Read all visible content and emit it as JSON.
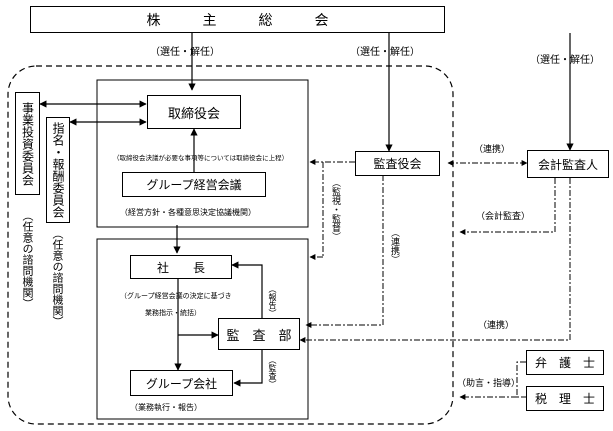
{
  "shareholders_meeting": "株　　　主　　　総　　　会",
  "board": "取締役会",
  "board_note": "（取締役会決議が必要な事項等については取締役会に上程）",
  "group_mgmt_council": "グループ経営会議",
  "group_mgmt_council_note": "（経営方針・各種意思決定協議機関）",
  "president": "社　　長",
  "president_note_1": "（グループ経営会議の決定に基づき",
  "president_note_2": "業務指示・統括）",
  "audit_dept": "監　査　部",
  "group_companies": "グループ会社",
  "group_companies_note": "（業務執行・報告）",
  "audit_board": "監査役会",
  "accounting_auditor": "会計監査人",
  "lawyer": "弁　護　士",
  "tax_accountant": "税　理　士",
  "advisory_committee": "事業投資委員会",
  "advisory_committee_note": "（任意の諮問機関）",
  "nomination_committee": "指名・報酬委員会",
  "nomination_committee_note": "（任意の諮問機関）",
  "labels": {
    "elect_1": "（選任・解任）",
    "elect_2": "（選任・解任）",
    "elect_3": "（選任・解任）",
    "cooperation_1": "（連携）",
    "cooperation_2": "（連携）",
    "cooperation_3": "（連携）",
    "accounting_audit": "（会計監査）",
    "supervision": "（監視・監督）",
    "report": "（報告）",
    "audit": "（監査）",
    "advice": "（助言・指導）"
  }
}
